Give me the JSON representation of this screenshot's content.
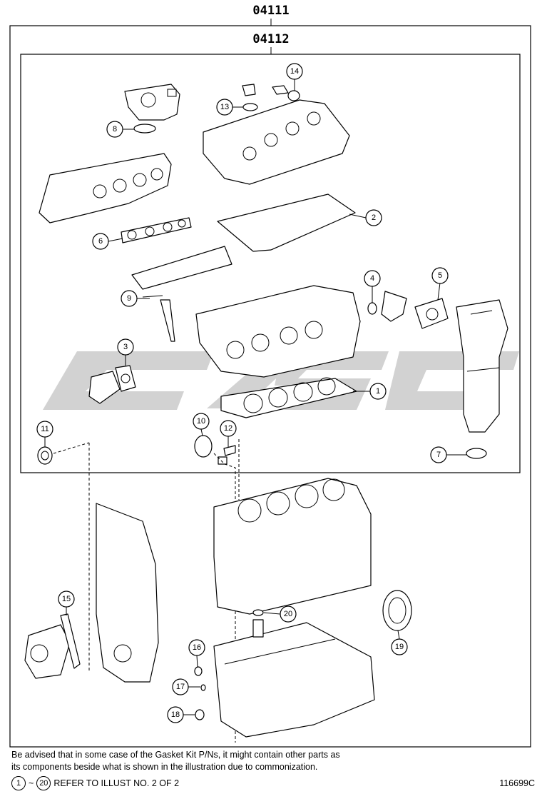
{
  "header": {
    "kit_outer": "04111",
    "kit_inner": "04112"
  },
  "callouts": [
    "1",
    "2",
    "3",
    "4",
    "5",
    "6",
    "7",
    "8",
    "9",
    "10",
    "11",
    "12",
    "13",
    "14",
    "15",
    "16",
    "17",
    "18",
    "19",
    "20"
  ],
  "footer": {
    "note_line1": "Be advised that in some case of the Gasket Kit P/Ns,  it might contain other parts as",
    "note_line2": "its components beside what is shown in the illustration due to commonization.",
    "refer_from": "1",
    "refer_tilde": "~",
    "refer_to": "20",
    "refer_text": "REFER TO ILLUST NO. 2 OF 2",
    "illustration_code": "116699C"
  },
  "colors": {
    "watermark": "#d0d0d0",
    "line": "#000000"
  }
}
